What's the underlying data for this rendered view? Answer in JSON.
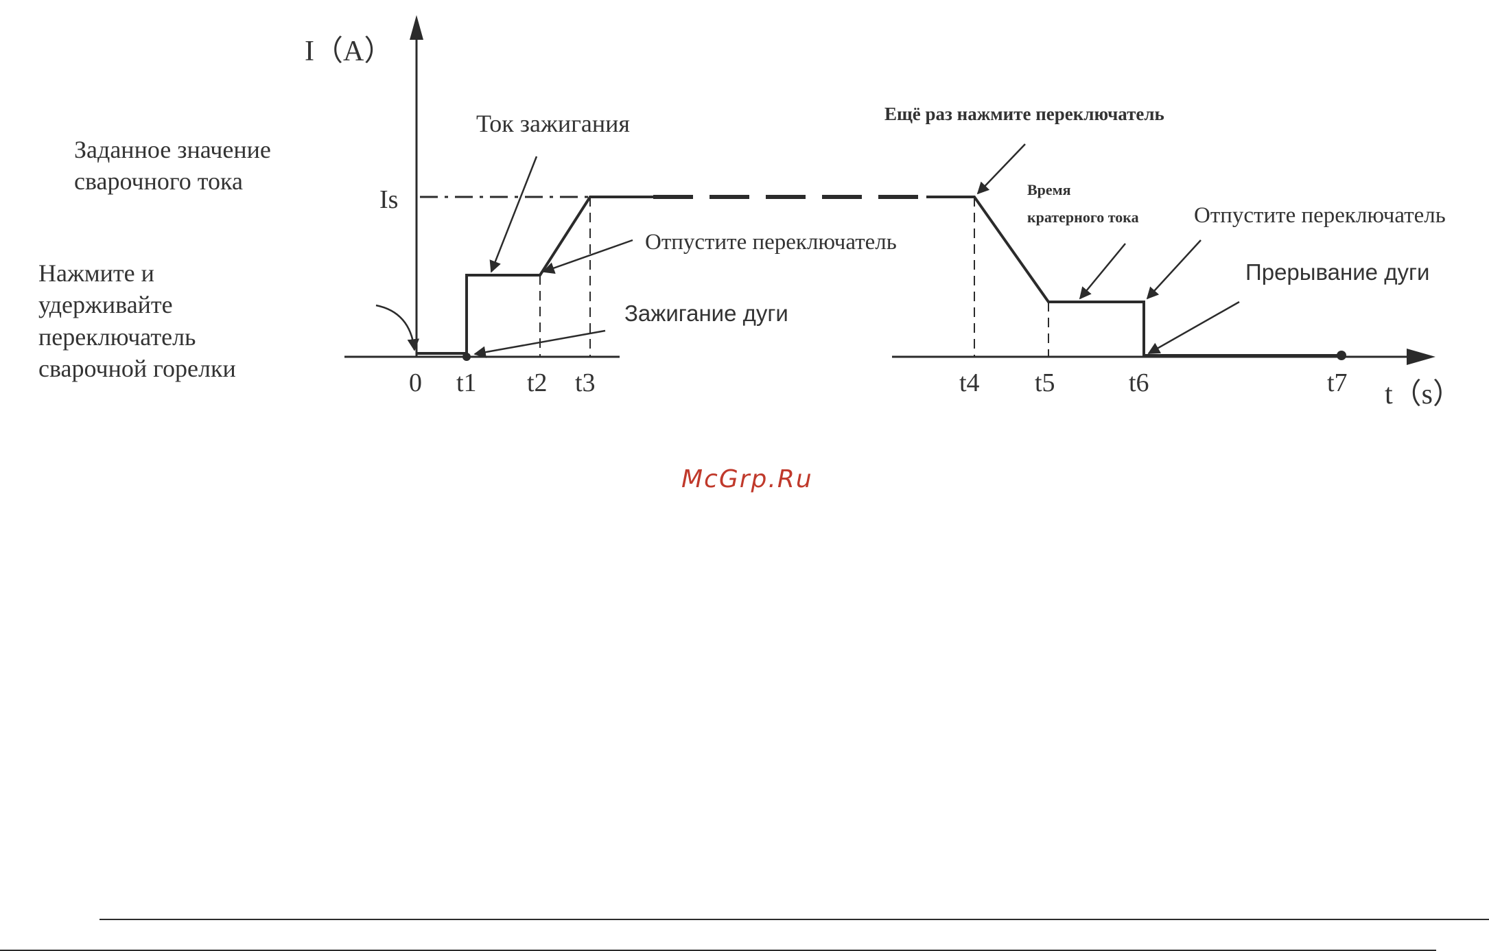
{
  "axes": {
    "y_label": "I（A）",
    "x_label": "t（s）",
    "is_label": "Is"
  },
  "ticks": [
    "0",
    "t1",
    "t2",
    "t3",
    "t4",
    "t5",
    "t6",
    "t7"
  ],
  "labels": {
    "set_current_line1": "Заданное  значение",
    "set_current_line2": "сварочного тока",
    "press_hold_line1": "Нажмите   и",
    "press_hold_line2": "удерживайте",
    "press_hold_line3": "переключатель",
    "press_hold_line4": "сварочной горелки",
    "ignition_current": "Ток зажигания",
    "release_switch_1": "Отпустите переключатель",
    "arc_ignition": "Зажигание дуги",
    "press_again": "Ещё раз нажмите переключатель",
    "crater_time_line1": "Время",
    "crater_time_line2": "кратерного тока",
    "release_switch_2": "Отпустите переключатель",
    "arc_break": "Прерывание дуги"
  },
  "watermark": "McGrp.Ru",
  "colors": {
    "line": "#2b2b2b",
    "text": "#333333",
    "watermark": "#c0392b"
  }
}
